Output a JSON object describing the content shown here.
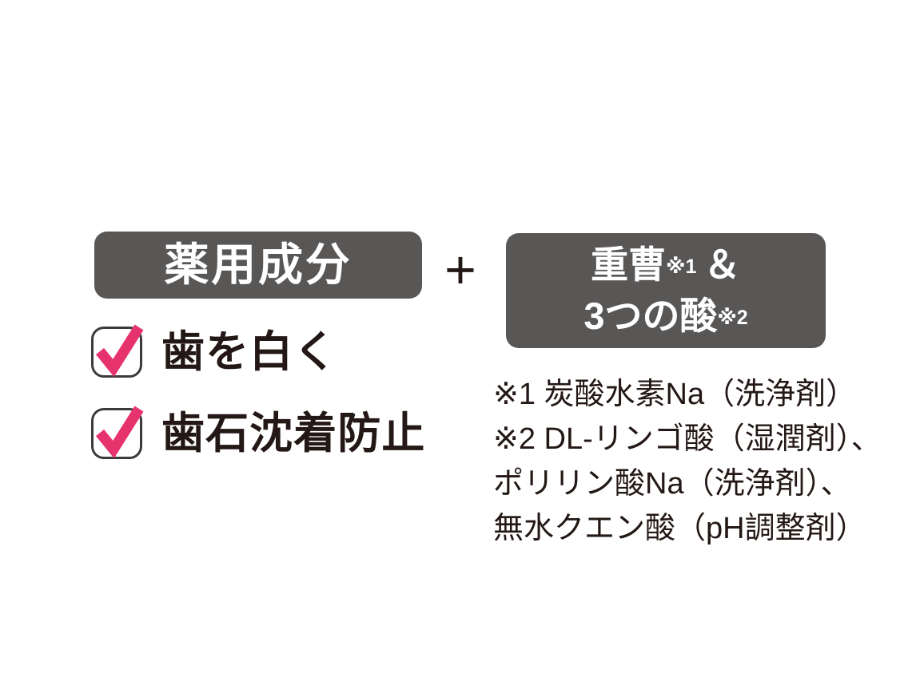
{
  "colors": {
    "background": "#ffffff",
    "box_bg": "#595656",
    "box_text": "#ffffff",
    "text_black": "#231815",
    "check_pink": "#e7336d",
    "checkbox_border": "#3e3a39"
  },
  "header": {
    "left_box": {
      "label": "薬用成分"
    },
    "plus": "+",
    "right_box": {
      "line1": {
        "base": "重曹",
        "sup": "※1",
        "amp": "＆"
      },
      "line2": {
        "base": "3つの酸",
        "sup": "※2"
      }
    }
  },
  "benefits": {
    "items": [
      {
        "label": "歯を白く"
      },
      {
        "label": "歯石沈着防止"
      }
    ]
  },
  "footnotes": {
    "lines": [
      "※1 炭酸水素Na（洗浄剤）",
      "※2 DL-リンゴ酸（湿潤剤）、",
      "ポリリン酸Na（洗浄剤）、",
      "無水クエン酸（pH調整剤）"
    ]
  }
}
